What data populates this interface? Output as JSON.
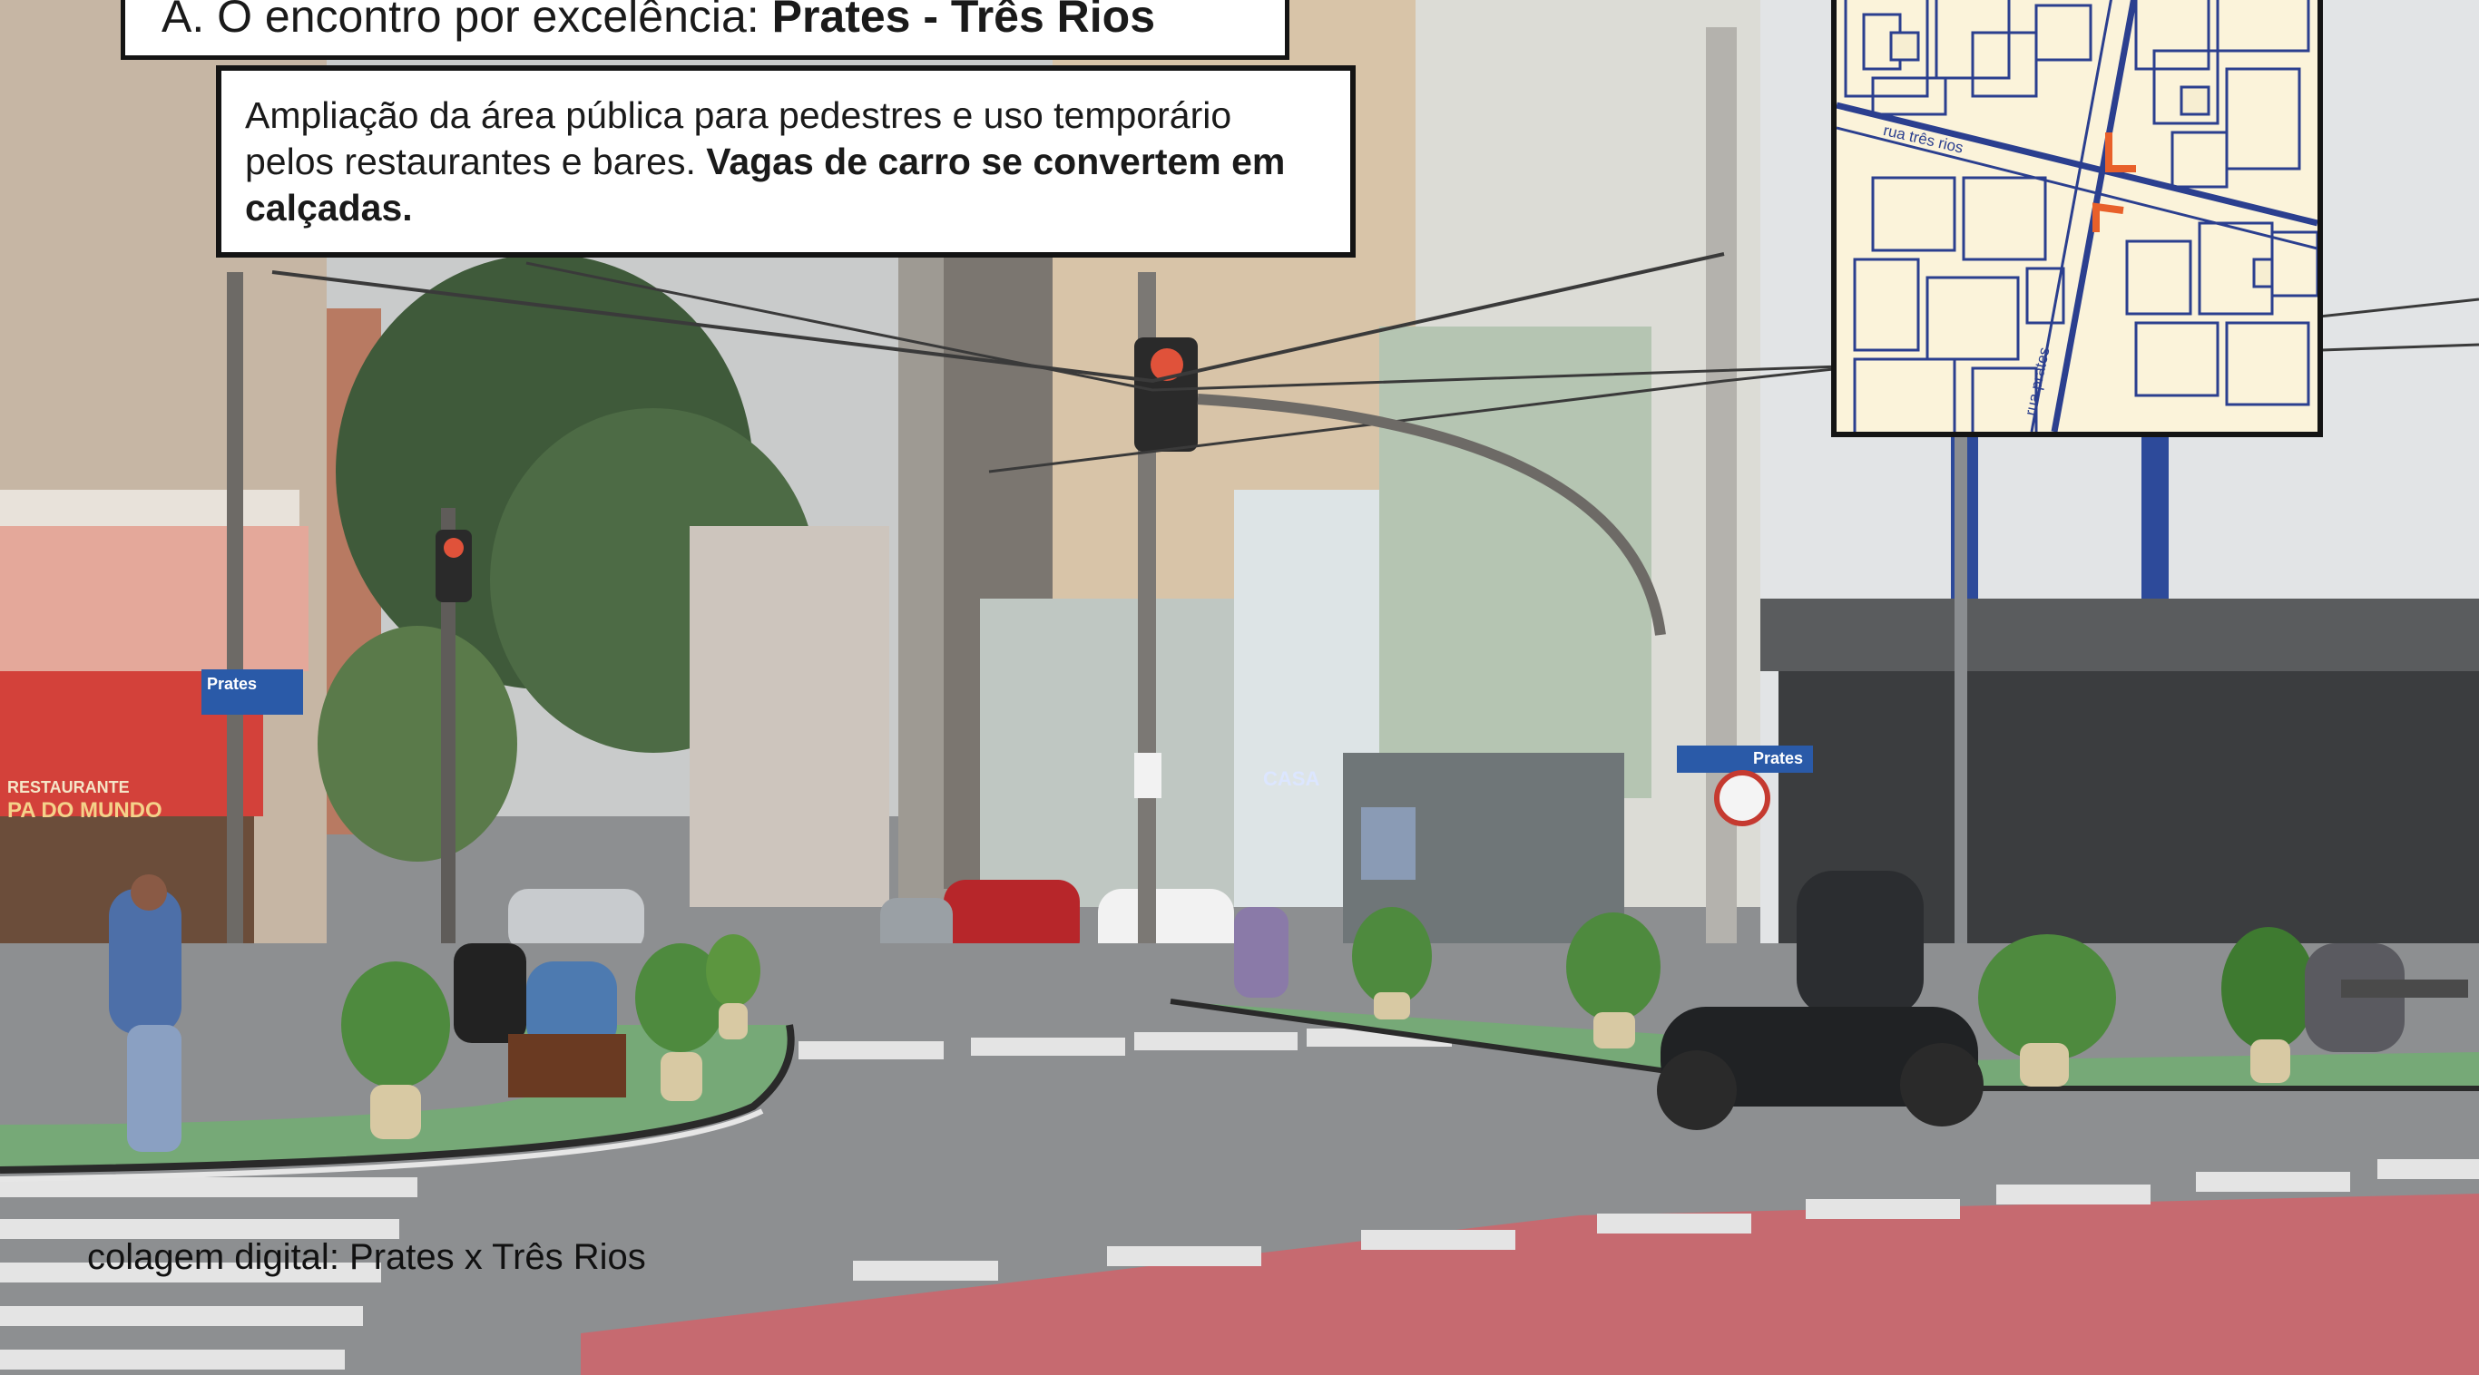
{
  "title": {
    "prefix": "A. O encontro por excelência: ",
    "emphasis": "Prates - Três Rios"
  },
  "description": {
    "text": "Ampliação da área pública para pedestres e uso temporário pelos restaurantes e bares. ",
    "emphasis": "Vagas de carro se convertem em calçadas."
  },
  "map": {
    "street_top": "rua três rios",
    "street_side": "rua prates"
  },
  "caption": "colagem digital: Prates x Três Rios",
  "scene_signs": {
    "street_sign_left": "Prates",
    "street_sign_right": "Prates",
    "restaurant": "RESTAURANTE",
    "restaurant_name": "PA DO MUNDO",
    "shop_sign": "CASA"
  },
  "colors": {
    "plaza_green": "#76a977",
    "road_red": "#c66a70",
    "map_street": "#2b3f8f",
    "map_highlight": "#e8602a",
    "map_background": "#fbf3da",
    "frame": "#141414"
  }
}
